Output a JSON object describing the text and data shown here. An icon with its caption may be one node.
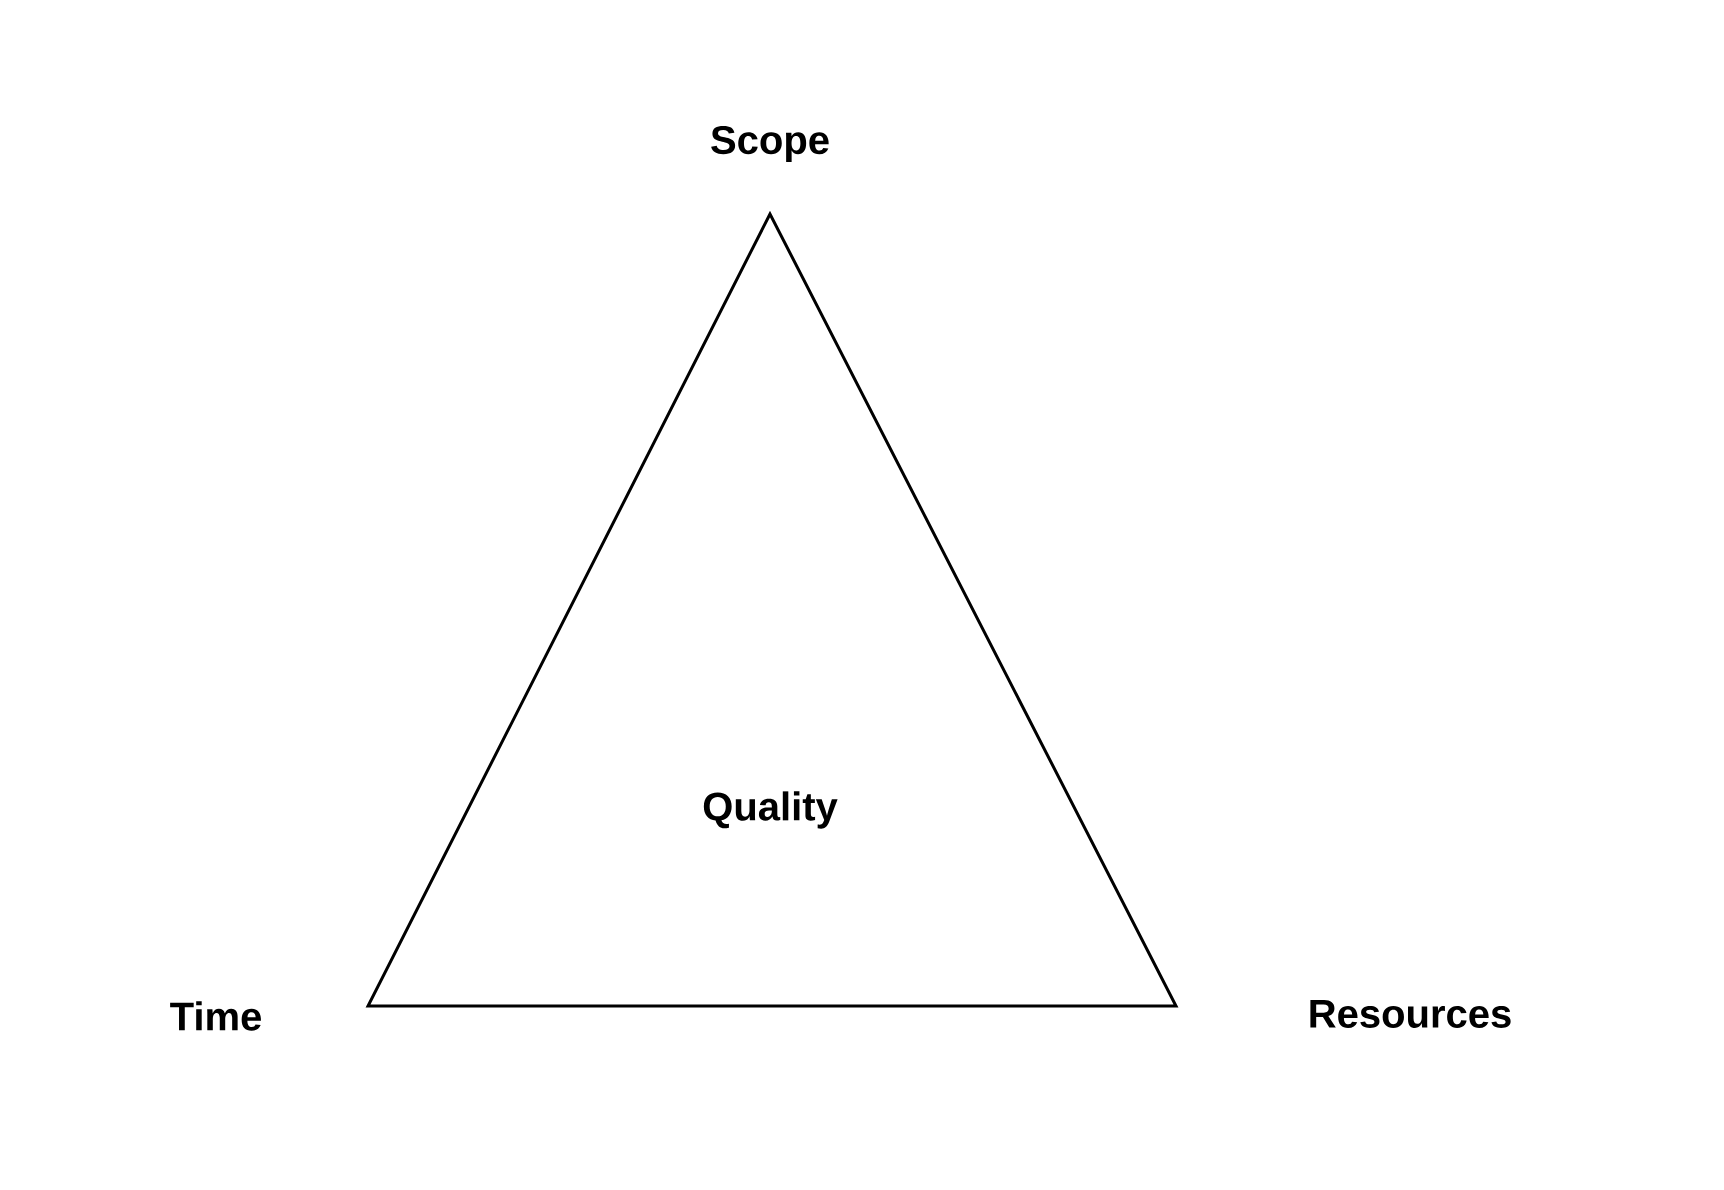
{
  "diagram": {
    "nodes": [
      {
        "text": [
          "Quality"
        ]
      }
    ],
    "edges": [],
    "labels": [
      "Scope",
      "Time",
      "Resources"
    ]
  }
}
